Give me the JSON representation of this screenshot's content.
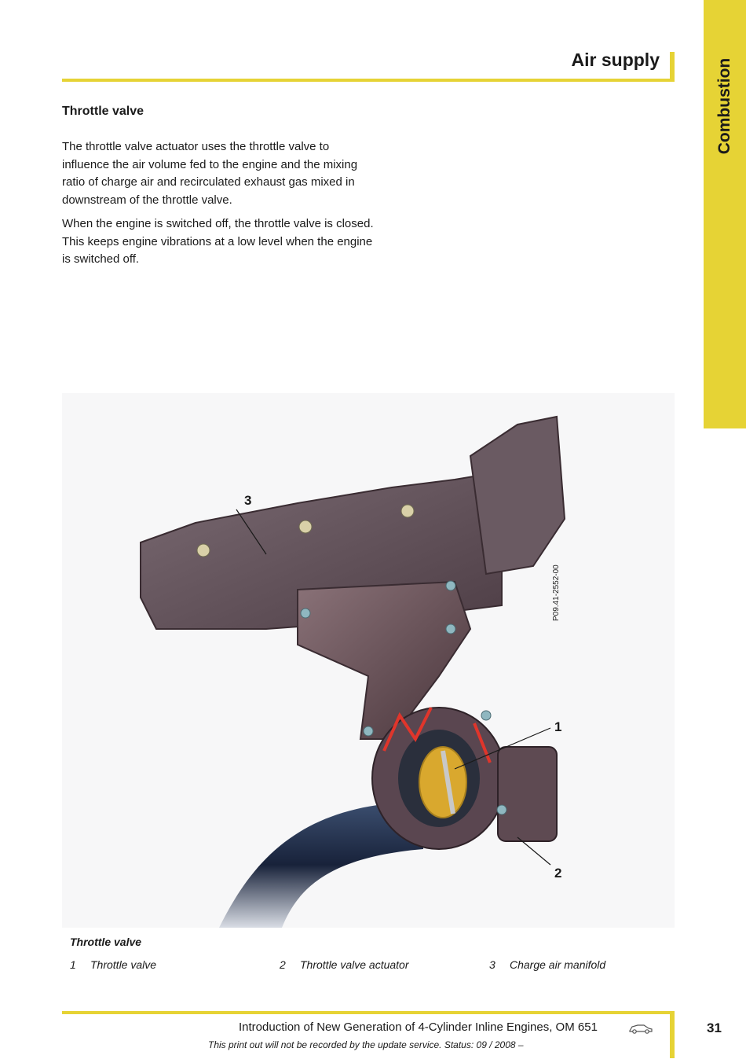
{
  "side_tab": {
    "label": "Combustion"
  },
  "header": {
    "title": "Air supply"
  },
  "section": {
    "title": "Throttle valve",
    "paragraphs": [
      "The throttle valve actuator uses the throttle valve to influence the air volume fed to the engine and the mixing ratio of charge air and recirculated exhaust gas mixed in downstream of the throttle valve.",
      "When the engine is switched off, the throttle valve is closed. This keeps engine vibrations at a low level when the engine is switched off."
    ]
  },
  "figure": {
    "code": "P09.41-2552-00",
    "callouts": [
      "1",
      "2",
      "3"
    ]
  },
  "caption": {
    "title": "Throttle valve",
    "items": [
      {
        "num": "1",
        "label": "Throttle valve"
      },
      {
        "num": "2",
        "label": "Throttle valve actuator"
      },
      {
        "num": "3",
        "label": "Charge air manifold"
      }
    ]
  },
  "footer": {
    "title": "Introduction of New Generation of 4-Cylinder Inline Engines, OM 651",
    "status": "This print out will not be recorded by the update service. Status: 09 / 2008 –",
    "page_number": "31"
  },
  "colors": {
    "accent": "#e6d335",
    "part": "#6e5a60",
    "valve": "#d9a82e",
    "seal": "#e0352b"
  },
  "icons": {
    "footer_car": "car-icon"
  }
}
